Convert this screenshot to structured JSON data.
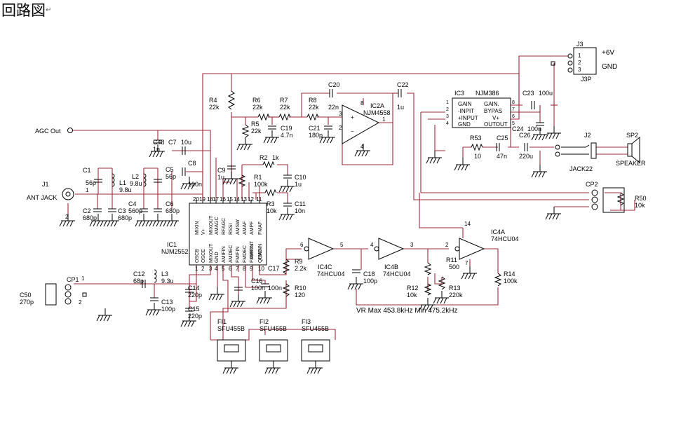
{
  "title": "回路図",
  "title_mark": "↵",
  "labels": {
    "agc_out": "AGC Out",
    "j1": "J1",
    "ant_jack": "ANT JACK",
    "c1": "C1",
    "c1v": "56p",
    "c2": "C2",
    "c2v": "680p",
    "c3": "C3",
    "c3v": "680p",
    "l1": "L1",
    "l1v": "9.8u",
    "l2": "L2",
    "l2v": "9.8u",
    "c4": "C4",
    "c4v": "560p",
    "c5": "C5",
    "c5v": "56p",
    "c6": "C6",
    "c6v": "680p",
    "c48": "C48",
    "c48v": "1n",
    "c7": "C7",
    "c7v": "10u",
    "c8": "C8",
    "c8v": "100n",
    "c9": "C9",
    "c9v": "1u",
    "r4": "R4",
    "r4v": "22k",
    "r5": "R5",
    "r5v": "22k",
    "r6": "R6",
    "r6v": "22k",
    "r7": "R7",
    "r7v": "22k",
    "r8": "R8",
    "r8v": "22k",
    "c19": "C19",
    "c19v": "4.7n",
    "c21": "C21",
    "c21v": "180p",
    "c20": "C20",
    "c20v": "22n",
    "c22": "C22",
    "c22v": "1u",
    "ic2a": "IC2A",
    "ic2a_part": "NJM4558",
    "r2": "R2",
    "r2v": "1k",
    "r1": "R1",
    "r1v": "100k",
    "c10": "C10",
    "c10v": "1u",
    "r3": "R3",
    "r3v": "10k",
    "c11": "C11",
    "c11v": "10n",
    "ic1": "IC1",
    "ic1_part": "NJM2552",
    "ic1_pins_top": [
      "MIXIN",
      "V+",
      "MIXOUT",
      "AMAGC",
      "RFAGC",
      "RSSI",
      "AMSW",
      "AMAF",
      "AMPF",
      "FMAF"
    ],
    "ic1_pins_bot": [
      "OSCB",
      "OSCE",
      "MIXOUT",
      "GND",
      "AMIFIN",
      "AMDEC",
      "FMIFIN",
      "FMDEC",
      "FMIFOUT",
      "QUADIN"
    ],
    "ic1_pins_top2": [
      "",
      "",
      "",
      "",
      "",
      "",
      "",
      "",
      "AMPIN",
      "FMIN"
    ],
    "c12": "C12",
    "c12v": "68p",
    "l3": "L3",
    "l3v": "9.3u",
    "c13": "C13",
    "c13v": "100p",
    "c14": "C14",
    "c14v": "220p",
    "c15": "C15",
    "c15v": "220p",
    "c16": "C16",
    "c16v": "100n",
    "c17": "C17",
    "c17v": "100n",
    "c50": "C50",
    "c50v": "270p",
    "cp1": "CP1",
    "r9": "R9",
    "r9v": "2.2k",
    "r10": "R10",
    "r10v": "120",
    "fi1": "FI1",
    "fi2": "FI2",
    "fi3": "FI3",
    "fi_part": "SFU455B",
    "ic4c": "IC4C",
    "ic4b": "IC4B",
    "ic4a": "IC4A",
    "ic4_part": "74HCU04",
    "c18": "C18",
    "c18v": "100p",
    "r11": "R11",
    "r11v": "500",
    "r12": "R12",
    "r12v": "10k",
    "r13": "R13",
    "r13v": "220k",
    "r14": "R14",
    "r14v": "100k",
    "vr_note": "VR Max 453.8kHz Min 475.2kHz",
    "ic3": "IC3",
    "ic3_part": "NJM386",
    "ic3_pins_l": [
      "GAIN",
      "-INPIT",
      "+INPUT",
      "GND"
    ],
    "ic3_pins_r": [
      "GAIN.",
      "BYPAS",
      "V+",
      "OUTOUT"
    ],
    "c23": "C23",
    "c23v": "100u",
    "c24": "C24",
    "c24v": "100n",
    "r53": "R53",
    "r53v": "10",
    "c25": "C25",
    "c25v": "47n",
    "c26": "C26",
    "c26v": "220u",
    "j2": "J2",
    "jack22": "JACK22",
    "sp2": "SP2",
    "speaker": "SPEAKER",
    "j3": "J3",
    "j3p": "J3P",
    "plus6v": "+6V",
    "gnd": "GND",
    "cp2": "CP2",
    "r50": "R50",
    "r50v": "10k"
  },
  "pin_numbers": {
    "ic1_top": [
      "20",
      "19",
      "18",
      "17",
      "16",
      "15",
      "14",
      "13",
      "12",
      "11"
    ],
    "ic1_bot": [
      "1",
      "2",
      "3",
      "4",
      "5",
      "6",
      "7",
      "8",
      "9",
      "10"
    ],
    "ic2": [
      "3",
      "2",
      "1",
      "8",
      "4"
    ],
    "ic3_l": [
      "1",
      "2",
      "3",
      "4"
    ],
    "ic3_r": [
      "8",
      "7",
      "6",
      "5"
    ],
    "ic4": [
      "6",
      "5",
      "4",
      "3",
      "2",
      "14",
      "7"
    ],
    "j3": [
      "1",
      "2",
      "3"
    ],
    "misc": [
      "1",
      "2",
      "1",
      "2"
    ]
  },
  "colors": {
    "wire": "#a0283a",
    "component": "#000000",
    "background": "#ffffff"
  }
}
